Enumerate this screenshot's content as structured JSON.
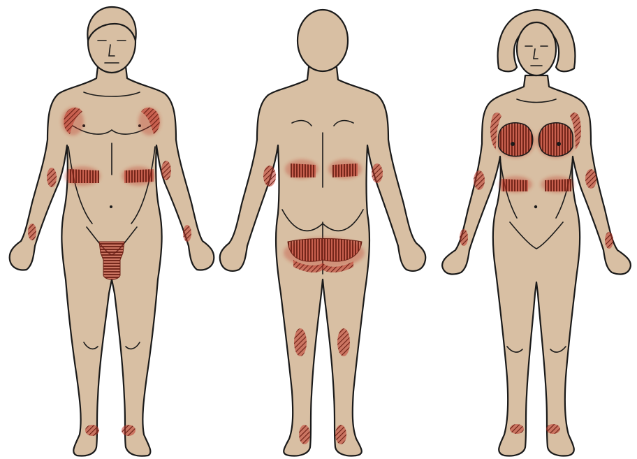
{
  "figures": [
    {
      "id": "male-front",
      "view": "front"
    },
    {
      "id": "back",
      "view": "back"
    },
    {
      "id": "female-front",
      "view": "front"
    }
  ],
  "colors": {
    "background": "#ffffff",
    "skin": "#d8bfa3",
    "outline": "#1a1a1a",
    "lesion": "#c0392b",
    "lesion_hatch": "#6b1f14"
  },
  "lesion_sites": {
    "male-front": [
      "axillae",
      "waist",
      "forearms",
      "wrists",
      "genitals",
      "ankles"
    ],
    "back": [
      "elbows",
      "waist",
      "buttocks",
      "popliteal",
      "ankles"
    ],
    "female-front": [
      "axillae",
      "breasts",
      "waist",
      "elbows",
      "wrists",
      "ankles"
    ]
  }
}
